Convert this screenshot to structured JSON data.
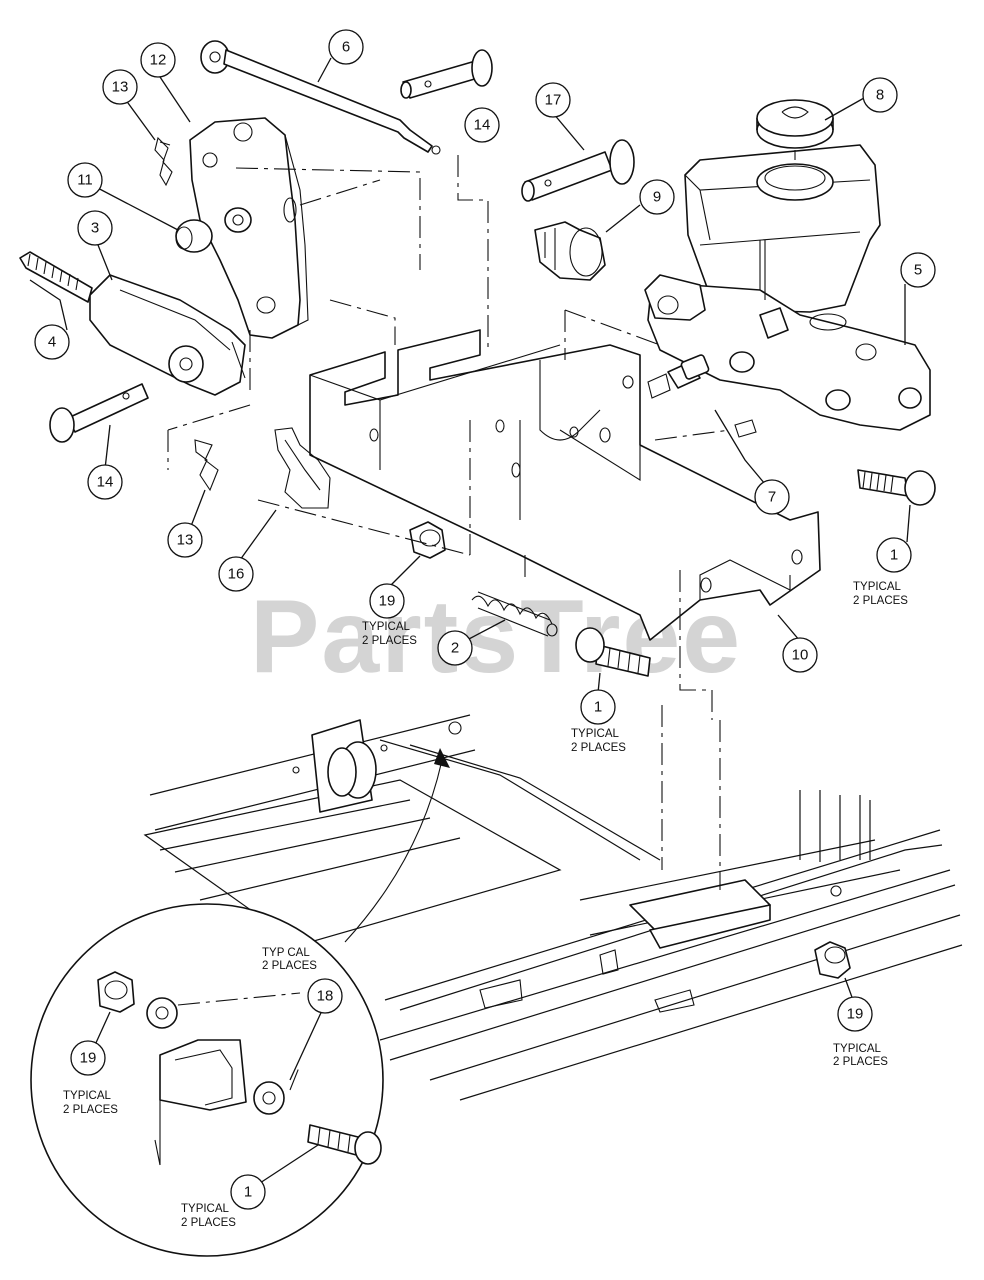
{
  "watermark": "PartsTree",
  "callouts": {
    "c1a": "1",
    "c1b": "1",
    "c1c": "1",
    "c2": "2",
    "c3": "3",
    "c4": "4",
    "c5": "5",
    "c6": "6",
    "c7": "7",
    "c8": "8",
    "c9": "9",
    "c10": "10",
    "c11": "11",
    "c12": "12",
    "c13a": "13",
    "c13b": "13",
    "c14a": "14",
    "c14b": "14",
    "c16": "16",
    "c17": "17",
    "c18": "18",
    "c19a": "19",
    "c19b": "19",
    "c19c": "19"
  },
  "notes": {
    "n1_right_l1": "TYPICAL",
    "n1_right_l2": "2 PLACES",
    "n19_left_l1": "TYPICAL",
    "n19_left_l2": "2 PLACES",
    "n1_mid_l1": "TYPICAL",
    "n1_mid_l2": "2 PLACES",
    "n19_right_l1": "TYPICAL",
    "n19_right_l2": "2 PLACES",
    "n18_detail_l1": "TYP CAL",
    "n18_detail_l2": "2 PLACES",
    "n19_detail_l1": "TYPICAL",
    "n19_detail_l2": "2 PLACES",
    "n1_detail_l1": "TYPICAL",
    "n1_detail_l2": "2 PLACES"
  }
}
